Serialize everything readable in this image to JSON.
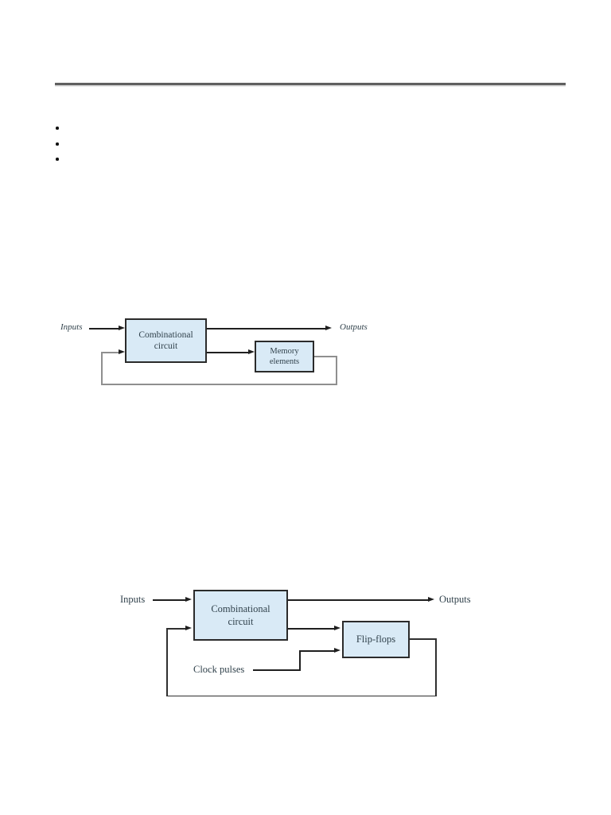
{
  "page": {
    "background": "#ffffff"
  },
  "header_rule": {
    "present": true
  },
  "bullets": {
    "items": [
      {
        "text": ""
      },
      {
        "text": ""
      },
      {
        "text": ""
      }
    ]
  },
  "figure1": {
    "inputs_label": "Inputs",
    "outputs_label": "Outputs",
    "combinational_box_label": "Combinational\ncircuit",
    "memory_box_label": "Memory\nelements"
  },
  "figure2": {
    "inputs_label": "Inputs",
    "outputs_label": "Outputs",
    "combinational_box_label": "Combinational\ncircuit",
    "flipflops_box_label": "Flip-flops",
    "clock_label": "Clock pulses"
  },
  "colors": {
    "box_fill": "#d9eaf6",
    "box_border": "#2b2b2b",
    "ink": "#31424c",
    "line_black": "#1f1f1f",
    "feedback_gray": "#8f8f8f",
    "feedback_dark": "#2f2f2f",
    "rule_gray": "#5f5f5f"
  }
}
